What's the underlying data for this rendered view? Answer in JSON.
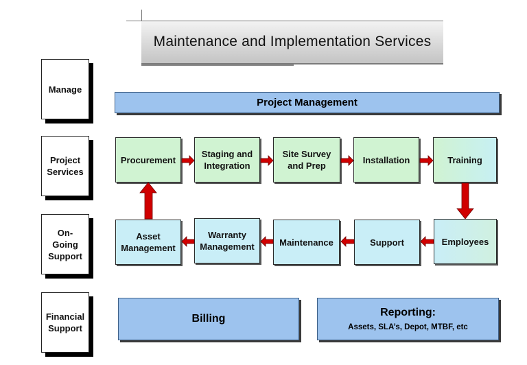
{
  "title": "Maintenance and Implementation Services",
  "row_labels": {
    "manage": "Manage",
    "project_services": "Project\nServices",
    "ongoing_support": "On-\nGoing\nSupport",
    "financial_support": "Financial\nSupport"
  },
  "project_management": "Project Management",
  "project_services": [
    "Procurement",
    "Staging and\nIntegration",
    "Site Survey\nand Prep",
    "Installation",
    "Training"
  ],
  "ongoing_support": [
    "Asset\nManagement",
    "Warranty\nManagement",
    "Maintenance",
    "Support",
    "Employees"
  ],
  "billing": "Billing",
  "reporting": {
    "title": "Reporting:",
    "subtitle": "Assets, SLA’s, Depot, MTBF, etc"
  },
  "colors": {
    "arrow": "#d00000",
    "bar_blue": "#9dc3ee",
    "box_green": "#d0f3d2",
    "box_cyan": "#c9eef7"
  }
}
